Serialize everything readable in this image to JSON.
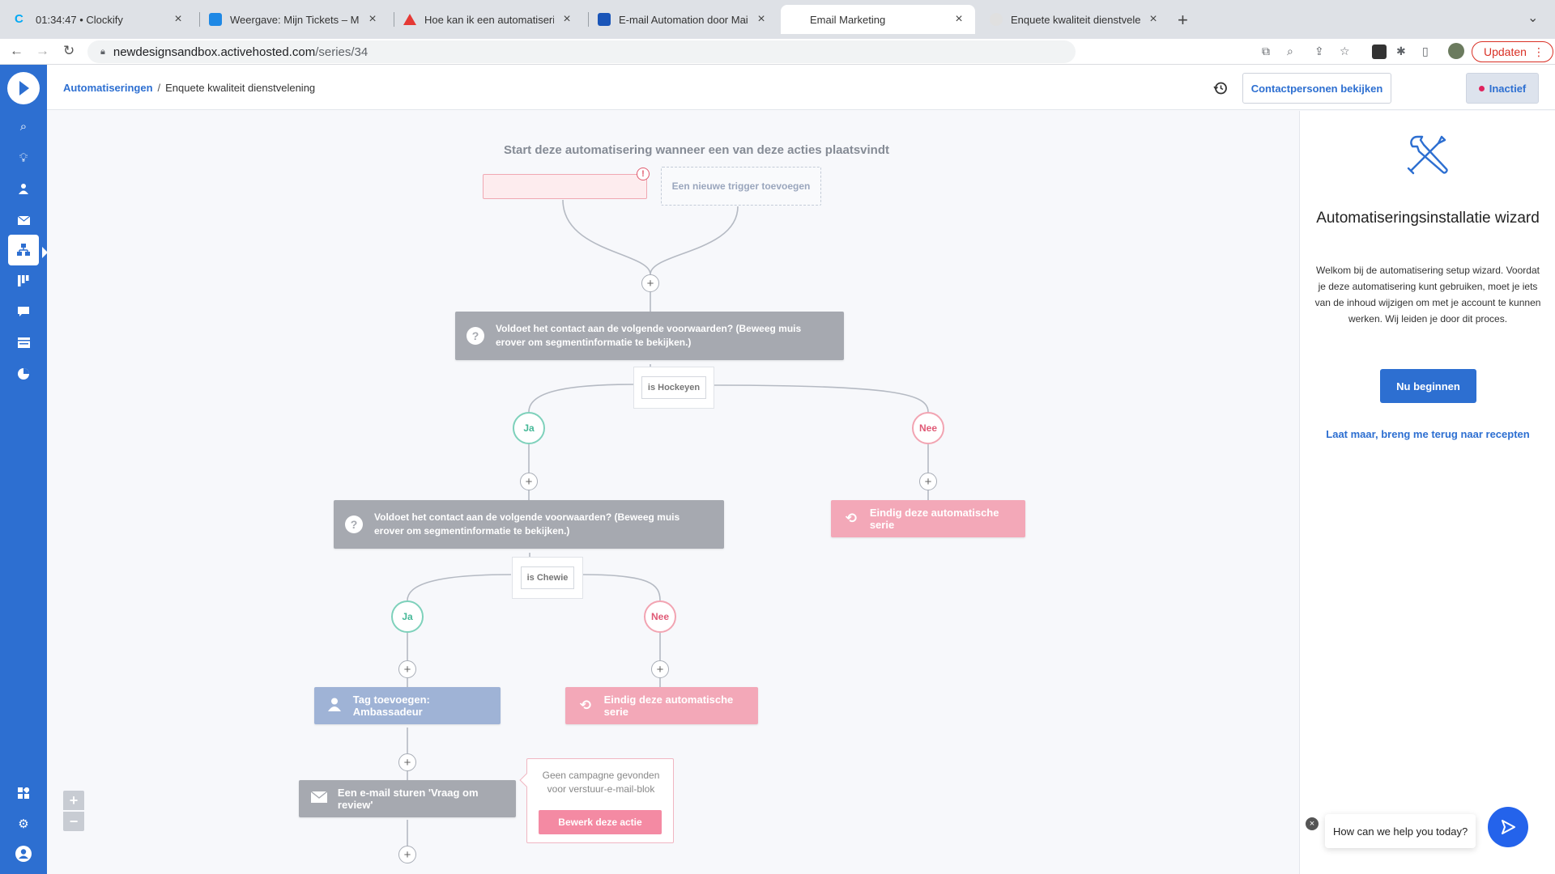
{
  "browser": {
    "tabs": [
      {
        "title": "01:34:47 • Clockify",
        "color": "#03a9f4"
      },
      {
        "title": "Weergave: Mijn Tickets – MailB",
        "color": "#1e88e5"
      },
      {
        "title": "Hoe kan ik een automatisering",
        "color": "#e53935"
      },
      {
        "title": "E-mail Automation door MailBl",
        "color": "#1a55b8"
      },
      {
        "title": "Email Marketing",
        "color": "#2d6fd1"
      },
      {
        "title": "Enquete kwaliteit dienstvelenin",
        "color": "#bdbdbd"
      }
    ],
    "url_host": "newdesignsandbox.activehosted.com",
    "url_path": "/series/34",
    "update_label": "Updaten"
  },
  "header": {
    "breadcrumb_root": "Automatiseringen",
    "breadcrumb_separator": "/",
    "breadcrumb_current": "Enquete kwaliteit dienstvelening",
    "contacts_button": "Contactpersonen bekijken",
    "status_button": "Inactief"
  },
  "canvas": {
    "start_title": "Start deze automatisering wanneer een van deze acties plaatsvindt",
    "trigger_warning": "!",
    "new_trigger": "Een nieuwe trigger toevoegen",
    "plus": "+",
    "condition_1": "Voldoet het contact aan de volgende voorwaarden? (Beweeg muis erover om segmentinformatie te bekijken.)",
    "condition_2": "Voldoet het contact aan de volgende voorwaarden? (Beweeg muis erover om segmentinformatie te bekijken.)",
    "question_mark": "?",
    "segment_1": "is Hockeyen",
    "segment_2": "is Chewie",
    "yes_label": "Ja",
    "no_label": "Nee",
    "end_action_1": "Eindig deze automatische serie",
    "end_action_2": "Eindig deze automatische serie",
    "tag_action": "Tag toevoegen: Ambassadeur",
    "email_action": "Een e-mail sturen 'Vraag om review'",
    "tooltip_message": "Geen campagne gevonden voor verstuur-e-mail-blok",
    "tooltip_button": "Bewerk deze actie",
    "zoom_in": "+",
    "zoom_out": "−"
  },
  "panel": {
    "title": "Automatiseringsinstallatie wizard",
    "description": "Welkom bij de automatisering setup wizard. Voordat je deze automatisering kunt gebruiken, moet je iets van de inhoud wijzigen om met je account te kunnen werken. Wij leiden je door dit proces.",
    "start_button": "Nu beginnen",
    "back_link": "Laat maar, breng me terug naar recepten"
  },
  "chat": {
    "prompt": "How can we help you today?",
    "close": "×"
  }
}
